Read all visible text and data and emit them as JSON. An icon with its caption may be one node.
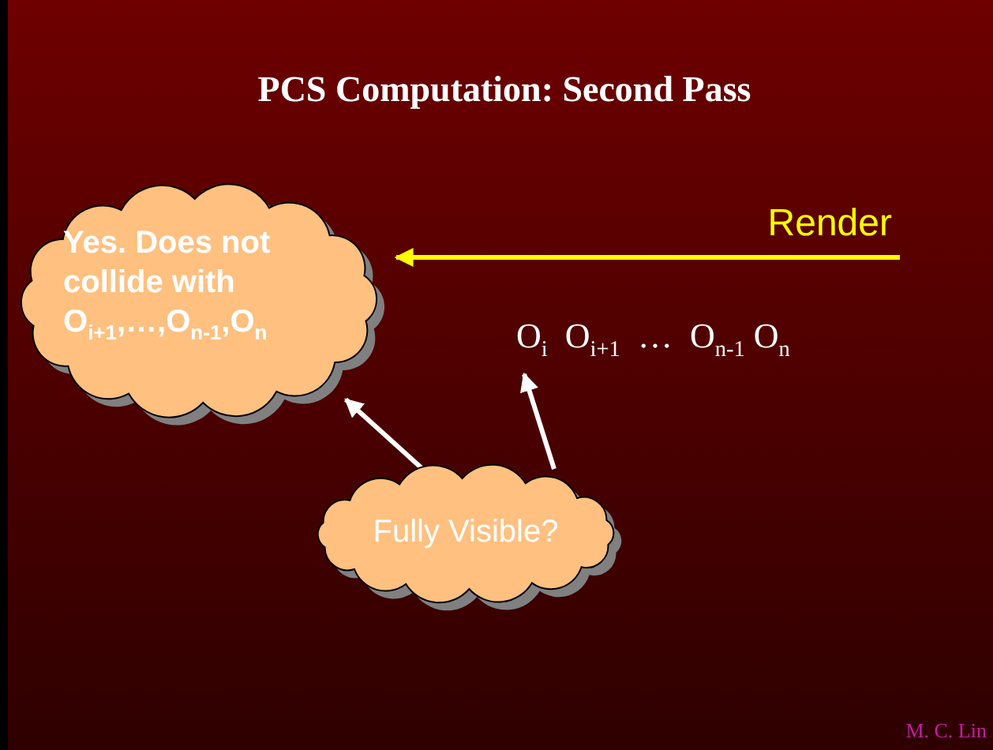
{
  "diagram": {
    "title": "PCS Computation: Second Pass",
    "nodes": [
      {
        "text": [
          "Yes. Does not collide with O$_{i+1}$,…,O$_{n-1}$,O$_{n}$"
        ]
      },
      {
        "text": [
          "O$_{i}$  O$_{i+1}$  …  O$_{n-1}$ O$_{n}$"
        ]
      },
      {
        "text": [
          "Fully Visible?"
        ]
      }
    ],
    "edges": [
      {
        "from": null,
        "to": 0,
        "arrow": "to",
        "label": "Render",
        "color": "#ffff00"
      },
      {
        "from": 2,
        "to": 0,
        "arrow": "to"
      },
      {
        "from": 2,
        "to": 1,
        "arrow": "to"
      }
    ],
    "labels": [
      "M. C. Lin"
    ]
  }
}
